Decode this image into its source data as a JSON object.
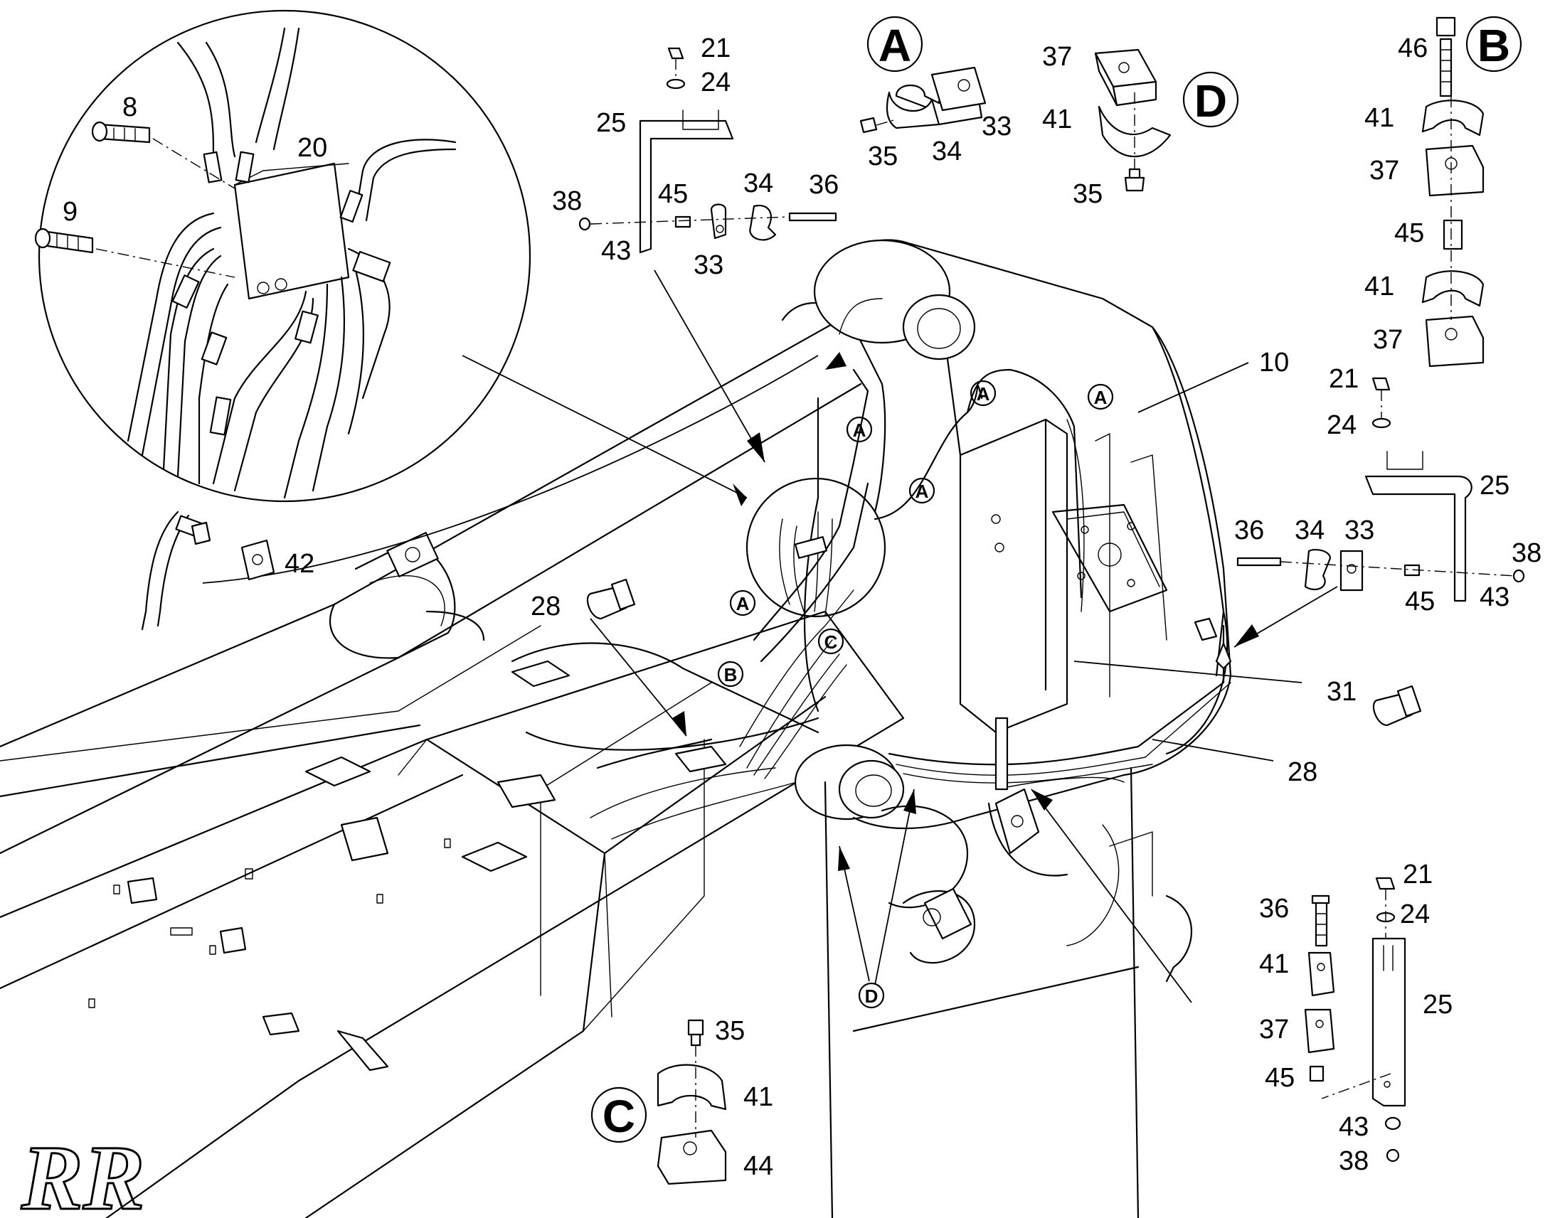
{
  "callouts": {
    "c8": "8",
    "c9": "9",
    "c20": "20",
    "c21a": "21",
    "c24a": "24",
    "c25a": "25",
    "c38a": "38",
    "c43a": "43",
    "c45a": "45",
    "c33a": "33",
    "c34a": "34",
    "c36a": "36",
    "c33b": "33",
    "c34b": "34",
    "c35b": "35",
    "c37d": "37",
    "c41d": "41",
    "c35d": "35",
    "c46": "46",
    "c41e": "41",
    "c37e": "37",
    "c45e": "45",
    "c41f": "41",
    "c37f": "37",
    "c10": "10",
    "c21g": "21",
    "c24g": "24",
    "c25g": "25",
    "c36g": "36",
    "c34g": "34",
    "c33g": "33",
    "c38g": "38",
    "c45g": "45",
    "c43g": "43",
    "c42": "42",
    "c28a": "28",
    "c31": "31",
    "c28b": "28",
    "c36h": "36",
    "c41h": "41",
    "c37h": "37",
    "c45h": "45",
    "c21h": "21",
    "c24h": "24",
    "c25h": "25",
    "c43h": "43",
    "c38h": "38",
    "c35c": "35",
    "c41c": "41",
    "c44c": "44"
  },
  "detail_letters": {
    "A": "A",
    "B": "B",
    "C": "C",
    "D": "D"
  },
  "markers": {
    "A": "A",
    "B": "B",
    "C": "C",
    "D": "D"
  },
  "brand_fragment": "RR"
}
